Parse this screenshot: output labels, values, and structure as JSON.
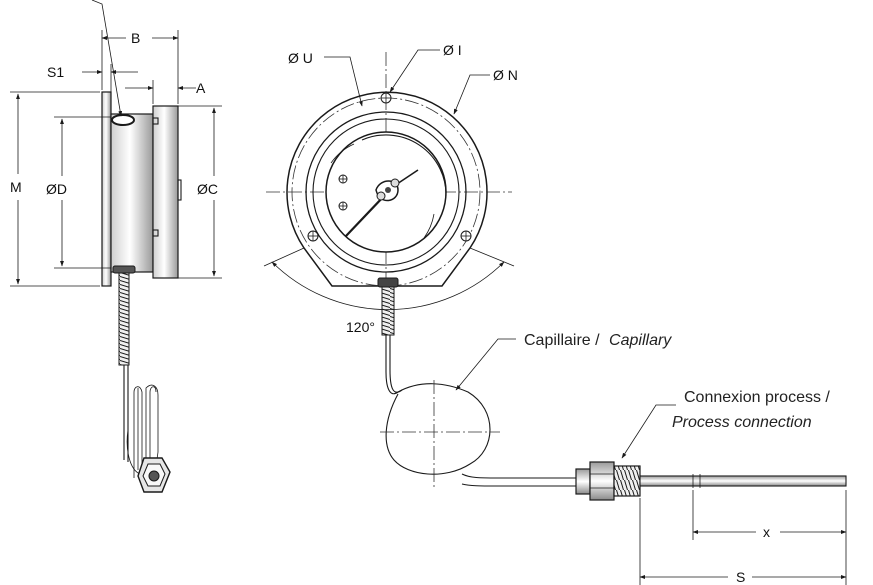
{
  "labels": {
    "B": "B",
    "S1": "S1",
    "A": "A",
    "M": "M",
    "D": "ØD",
    "C": "ØC",
    "U": "Ø U",
    "I": "Ø I",
    "N": "Ø N",
    "angle": "120°",
    "x": "x",
    "S": "S"
  },
  "callouts": {
    "capillary_fr": "Capillaire /",
    "capillary_en": "Capillary",
    "process_fr": "Connexion process /",
    "process_en": "Process connection"
  },
  "colors": {
    "line": "#1a1a1a",
    "body_fill_light": "#f2f2f2",
    "body_fill_dark": "#3a3a3a"
  }
}
